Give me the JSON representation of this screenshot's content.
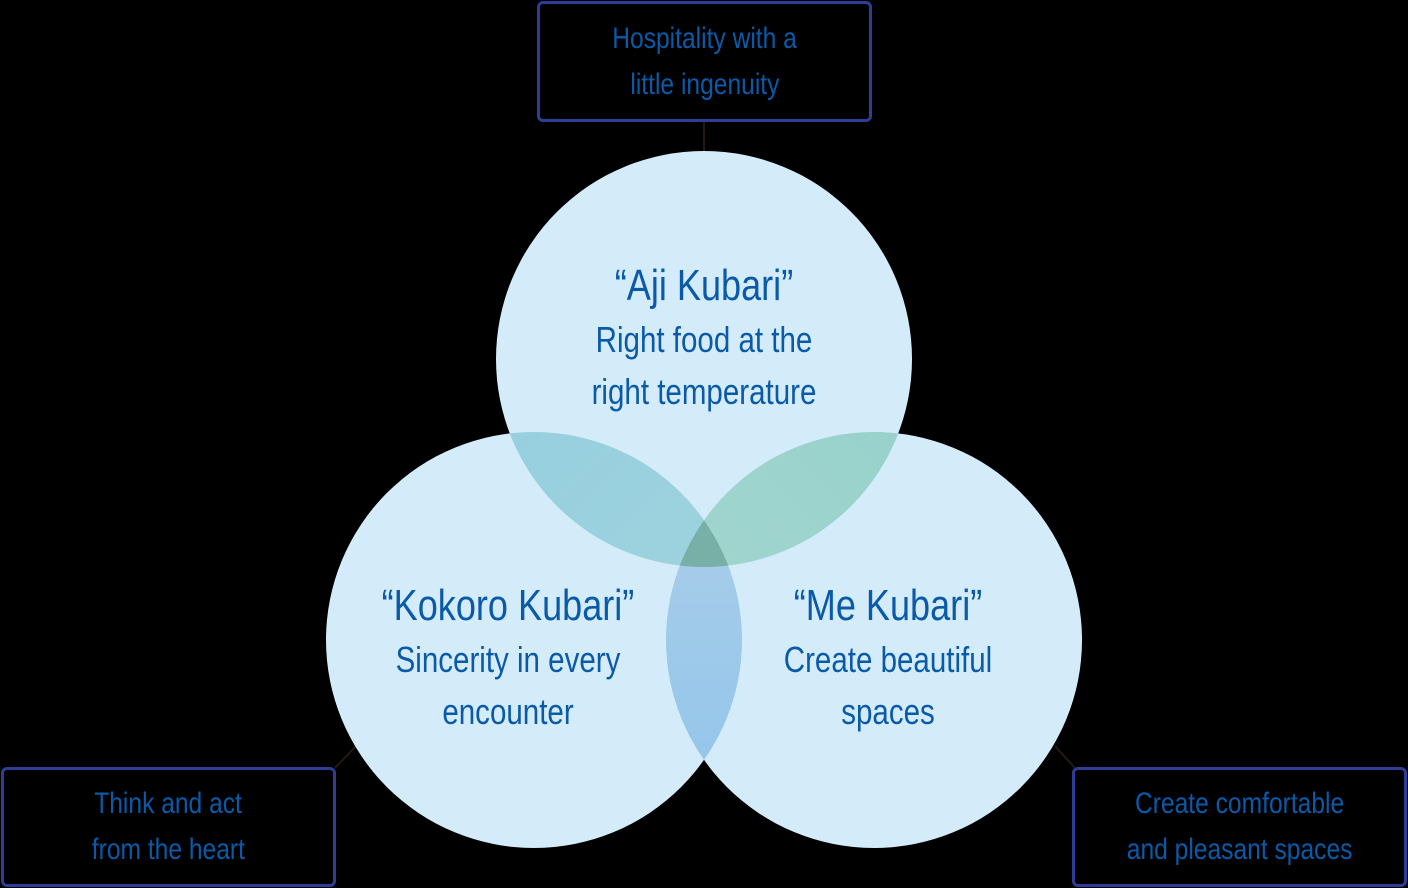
{
  "diagram": {
    "type": "venn",
    "colors": {
      "background": "#000000",
      "circle_fill": "#d4ecf9",
      "overlap_top_left": "#9dd3df",
      "overlap_top_right": "#a2d6cd",
      "overlap_bottom": "#a3cdeb",
      "overlap_center": "#78b0a8",
      "text": "#0a5aa8",
      "box_border": "#2e3e94",
      "connector": "#231815"
    },
    "circles": [
      {
        "id": "aji",
        "title": "“Aji Kubari”",
        "lines": [
          "Right food at the",
          "right temperature"
        ]
      },
      {
        "id": "kokoro",
        "title": "“Kokoro Kubari”",
        "lines": [
          "Sincerity in every",
          "encounter"
        ]
      },
      {
        "id": "me",
        "title": "“Me Kubari”",
        "lines": [
          "Create beautiful",
          "spaces"
        ]
      }
    ],
    "callouts": [
      {
        "attached_to": "aji",
        "lines": [
          "Hospitality with a",
          "little ingenuity"
        ]
      },
      {
        "attached_to": "kokoro",
        "lines": [
          "Think and act",
          "from the heart"
        ]
      },
      {
        "attached_to": "me",
        "lines": [
          "Create comfortable",
          "and pleasant spaces"
        ]
      }
    ]
  }
}
